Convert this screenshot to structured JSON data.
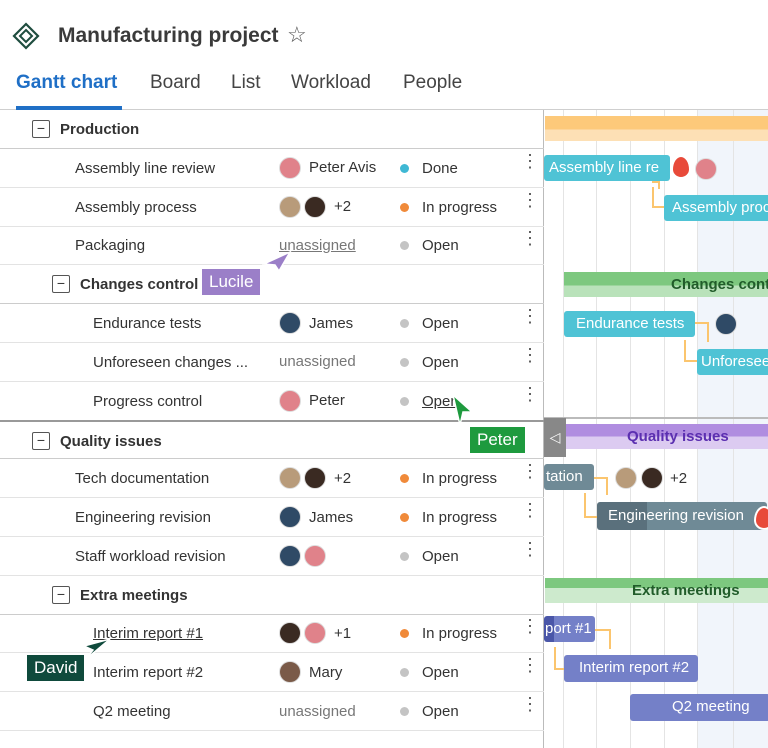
{
  "header": {
    "title": "Manufacturing project",
    "icon": "diamond-logo-icon",
    "star_icon": "star-icon"
  },
  "tabs": [
    {
      "label": "Gantt chart",
      "active": true
    },
    {
      "label": "Board"
    },
    {
      "label": "List"
    },
    {
      "label": "Workload"
    },
    {
      "label": "People"
    }
  ],
  "rows": [
    {
      "name": "Production",
      "type": "group"
    },
    {
      "name": "Assembly line review",
      "assignee": "Peter Avis",
      "status": "Done"
    },
    {
      "name": "Assembly process",
      "assignee": "+2",
      "status": "In progress"
    },
    {
      "name": "Packaging",
      "assignee": "unassigned",
      "status": "Open"
    },
    {
      "name": "Changes control",
      "type": "subgroup"
    },
    {
      "name": "Endurance tests",
      "assignee": "James",
      "status": "Open"
    },
    {
      "name": "Unforeseen changes ...",
      "assignee": "unassigned",
      "status": "Open"
    },
    {
      "name": "Progress control",
      "assignee": "Peter",
      "status": "Open"
    },
    {
      "name": "Quality issues",
      "type": "group"
    },
    {
      "name": "Tech documentation",
      "assignee": "+2",
      "status": "In progress"
    },
    {
      "name": "Engineering revision",
      "assignee": "James",
      "status": "In progress"
    },
    {
      "name": "Staff workload revision",
      "assignee": "",
      "status": "Open"
    },
    {
      "name": "Extra meetings",
      "type": "subgroup"
    },
    {
      "name": "Interim report #1",
      "assignee": "+1",
      "status": "In progress"
    },
    {
      "name": "Interim report #2",
      "assignee": "Mary",
      "status": "Open"
    },
    {
      "name": "Q2 meeting",
      "assignee": "unassigned",
      "status": "Open"
    }
  ],
  "status_colors": {
    "Done": "#3fb8d4",
    "In progress": "#f08a3a",
    "Open": "#c4c4c4"
  },
  "gantt": {
    "bars": {
      "assembly_line": "Assembly line re",
      "assembly_process": "Assembly proc",
      "changes_control": "Changes cont",
      "endurance": "Endurance tests",
      "unforeseen": "Unforeseen",
      "quality": "Quality issues",
      "tech_doc": "tation",
      "eng_rev": "Engineering revision",
      "extra": "Extra meetings",
      "report1": "port #1",
      "report2": "Interim report #2",
      "q2": "Q2 meeting"
    },
    "tech_doc_more": "+2",
    "colors": {
      "teal": "#4fc3d5",
      "orange": "#fdc97a",
      "green": "#7dc87f",
      "purple": "#b08de0",
      "slate": "#6f8a96",
      "indigo": "#7480c8"
    }
  },
  "cursors": [
    {
      "name": "Lucile",
      "color": "#9b7fc8"
    },
    {
      "name": "Peter",
      "color": "#1e9a3e"
    },
    {
      "name": "David",
      "color": "#0f4a3c"
    }
  ]
}
